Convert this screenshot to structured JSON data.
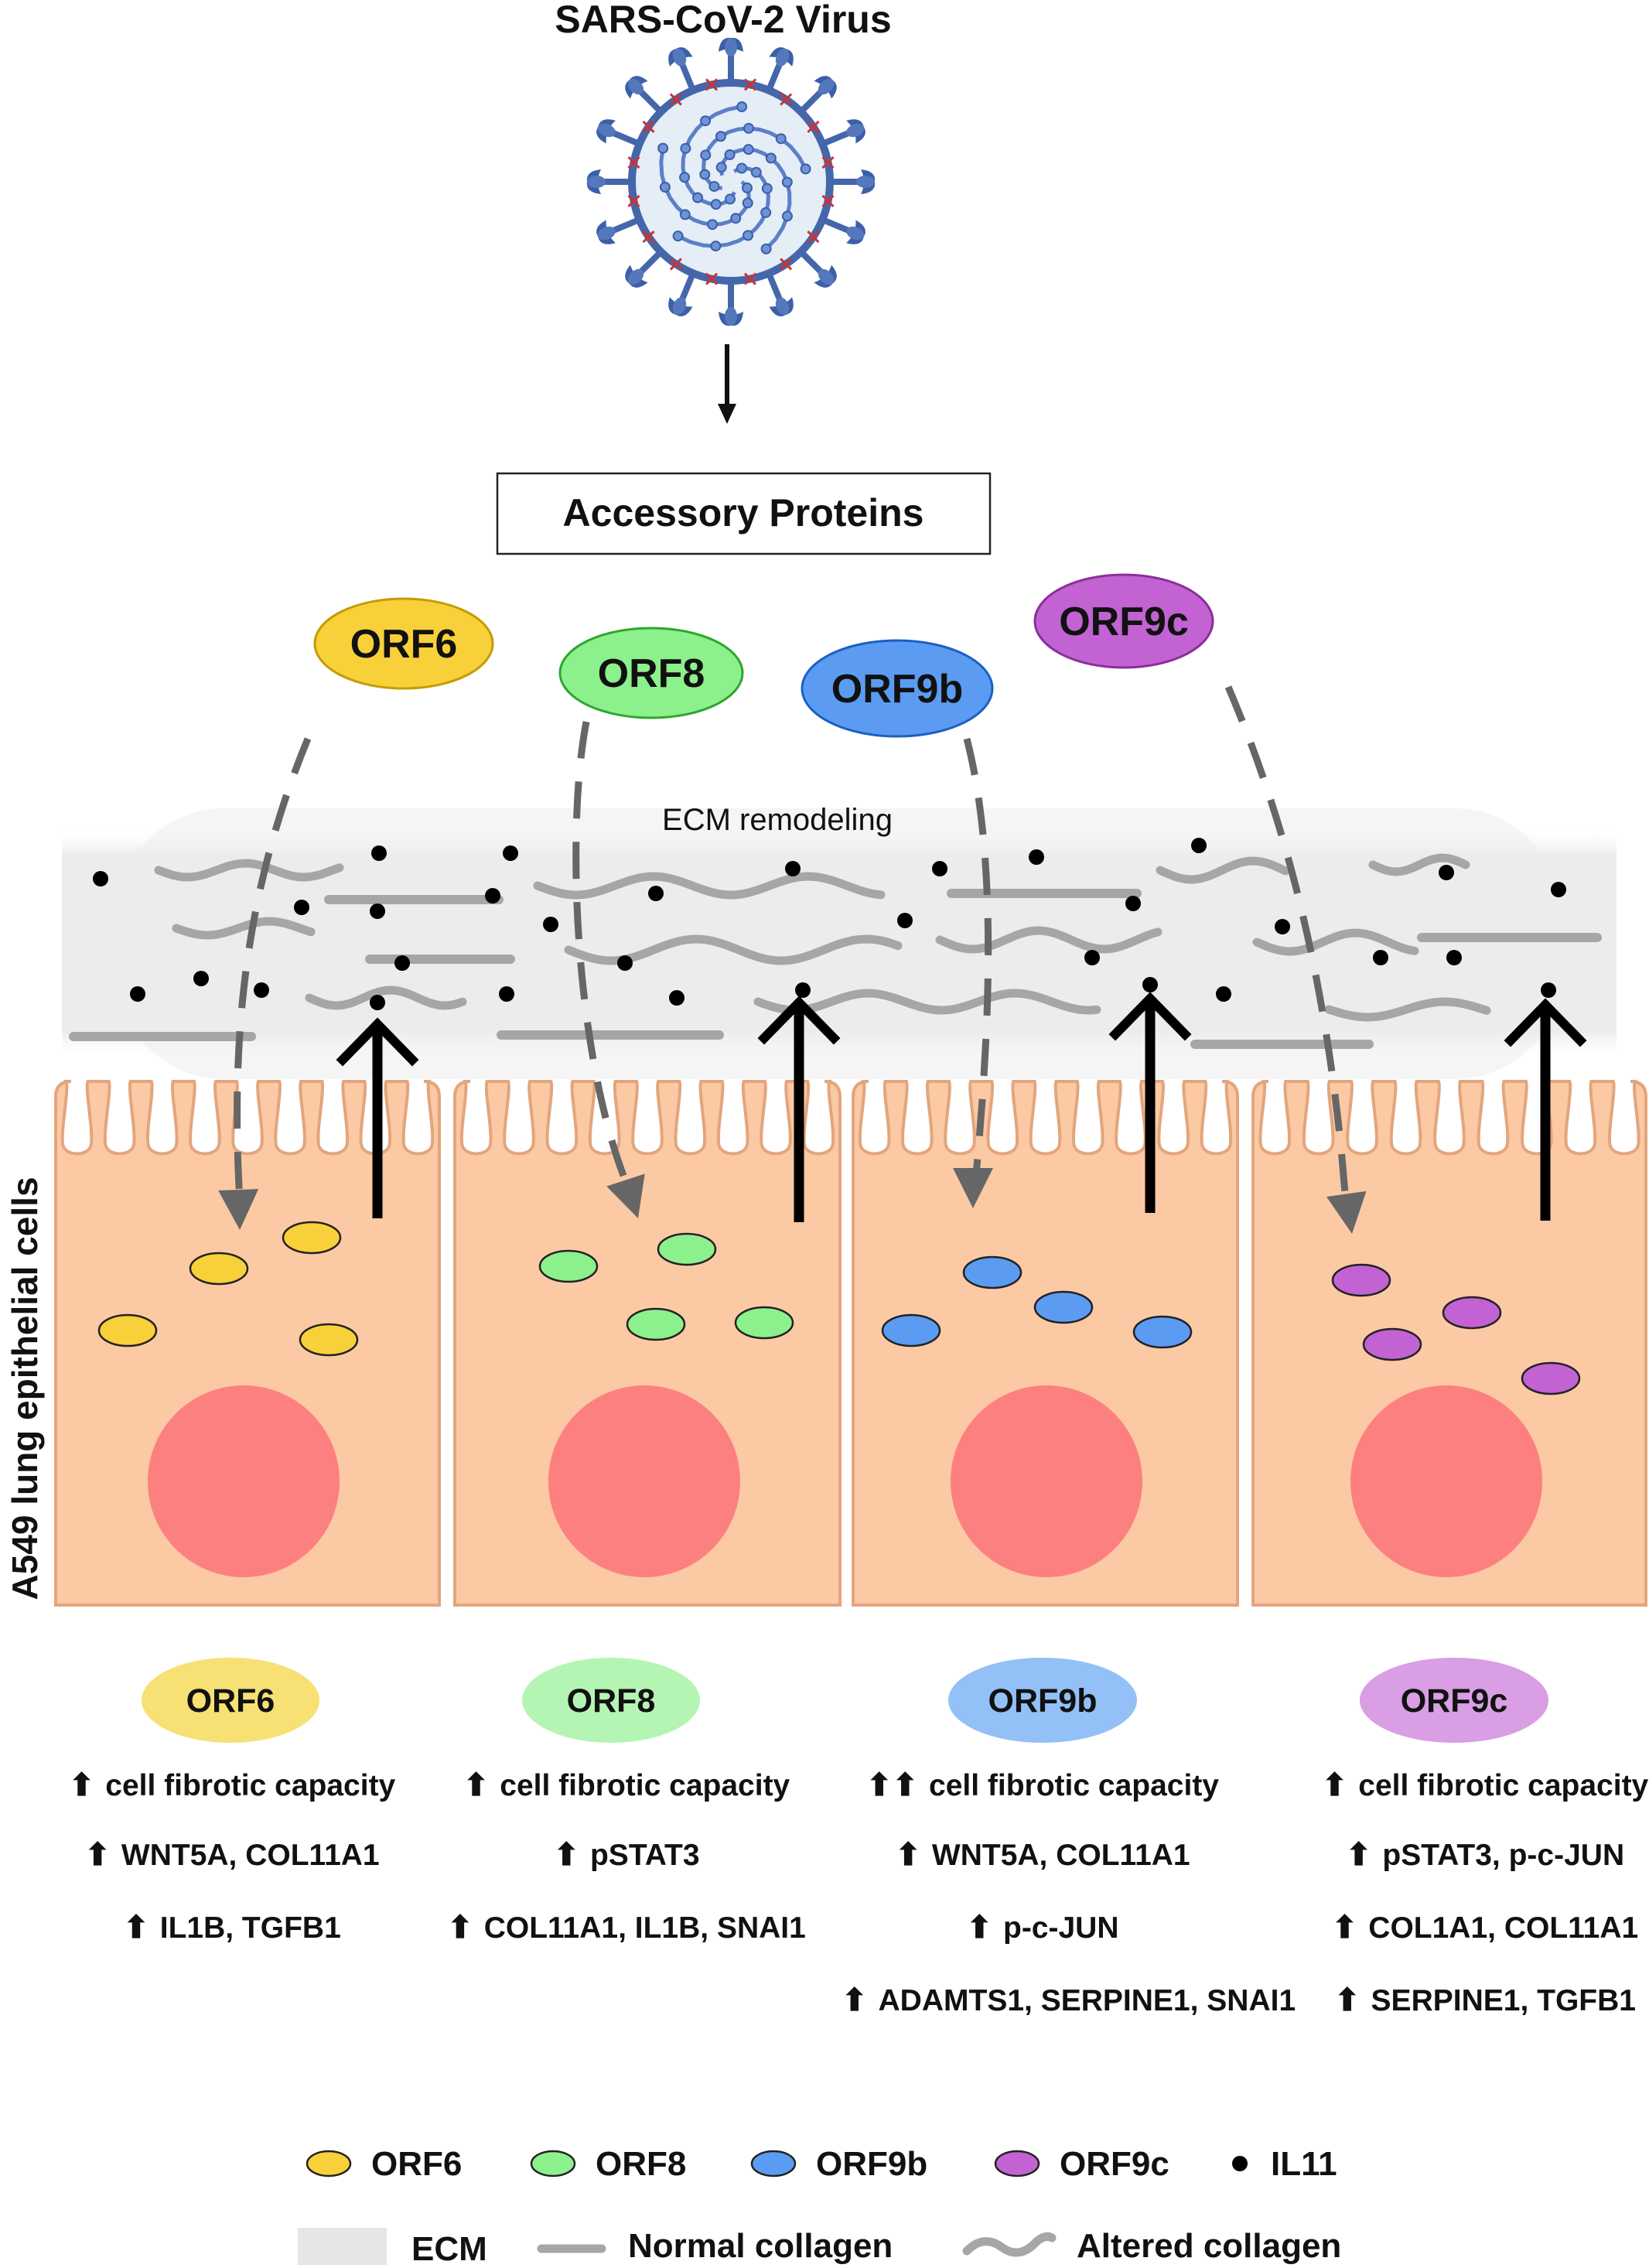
{
  "title": "SARS-CoV-2 Virus",
  "accessory_box": "Accessory Proteins",
  "ecm_label": "ECM remodeling",
  "side_label": "A549 lung epithelial cells",
  "proteins": [
    {
      "name": "ORF6",
      "fill": "#f8d03a",
      "stroke": "#c59b00",
      "tag_fill": "#f7e074",
      "findings": [
        "cell fibrotic capacity",
        "WNT5A, COL11A1",
        "IL1B, TGFB1"
      ],
      "arrows": [
        "⬆",
        "⬆",
        "⬆"
      ]
    },
    {
      "name": "ORF8",
      "fill": "#8cf08c",
      "stroke": "#2ea62e",
      "tag_fill": "#b4f5b4",
      "findings": [
        "cell fibrotic capacity",
        "pSTAT3",
        "COL11A1, IL1B, SNAI1"
      ],
      "arrows": [
        "⬆",
        "⬆",
        "⬆"
      ]
    },
    {
      "name": "ORF9b",
      "fill": "#5b9cf2",
      "stroke": "#1d5fc4",
      "tag_fill": "#93c0f7",
      "findings": [
        "cell fibrotic capacity",
        "WNT5A, COL11A1",
        "p-c-JUN",
        "ADAMTS1, SERPINE1, SNAI1"
      ],
      "arrows": [
        "⬆⬆",
        "⬆",
        "⬆",
        "⬆"
      ]
    },
    {
      "name": "ORF9c",
      "fill": "#c262d3",
      "stroke": "#8a2f9a",
      "tag_fill": "#d99ee3",
      "findings": [
        "cell fibrotic capacity",
        "pSTAT3, p-c-JUN",
        "COL1A1, COL11A1",
        "SERPINE1, TGFB1"
      ],
      "arrows": [
        "⬆",
        "⬆",
        "⬆",
        "⬆"
      ]
    }
  ],
  "legend": {
    "row1": [
      {
        "kind": "ellipse",
        "label": "ORF6",
        "color": "#f8d03a"
      },
      {
        "kind": "ellipse",
        "label": "ORF8",
        "color": "#8cf08c"
      },
      {
        "kind": "ellipse",
        "label": "ORF9b",
        "color": "#5b9cf2"
      },
      {
        "kind": "ellipse",
        "label": "ORF9c",
        "color": "#c262d3"
      },
      {
        "kind": "dot",
        "label": "IL11",
        "color": "#000000"
      }
    ],
    "row2": [
      {
        "kind": "box",
        "label": "ECM",
        "color": "#e6e6e6"
      },
      {
        "kind": "line",
        "label": "Normal collagen",
        "color": "#a6a6a6"
      },
      {
        "kind": "wave",
        "label": "Altered collagen",
        "color": "#a6a6a6"
      }
    ]
  },
  "colors": {
    "cell_fill": "#fbc9a4",
    "cell_stroke": "#e3a57d",
    "nucleus": "#fc8080",
    "collagen": "#a6a6a6",
    "dashed_arrow": "#666666",
    "virus_blue": "#4466aa",
    "virus_red": "#cc3333"
  },
  "icons": {
    "up_arrow": "up-arrow-icon",
    "virus": "virus-icon"
  }
}
